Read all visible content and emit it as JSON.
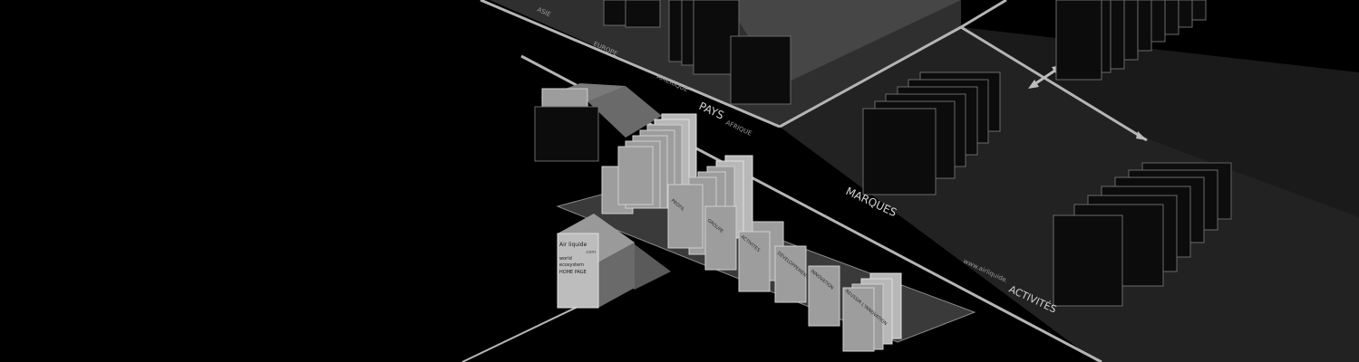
{
  "sections": {
    "pays": "PAYS",
    "marques": "MARQUES",
    "activites": "ACTIVITÉS",
    "activites_prefix": "www.airliquide."
  },
  "regions": [
    "ASIE",
    "EUROPE",
    "AMERIQUE",
    "AFRIQUE"
  ],
  "home": {
    "line1": "Air liquide",
    "line1b": ".com",
    "line2": "world",
    "line3": "ecosystem",
    "line4": "HOME PAGE"
  },
  "profile_tabs": [
    "PROFIL",
    "GROUPE",
    "ACTIVITES",
    "DEVELOPPEMENT",
    "INNOVATION",
    "REUSSIR L'INNOVATION"
  ],
  "colors": {
    "background": "#000000",
    "platform_top": "#3a3a3a",
    "platform_light": "#8a8a8a"
  }
}
